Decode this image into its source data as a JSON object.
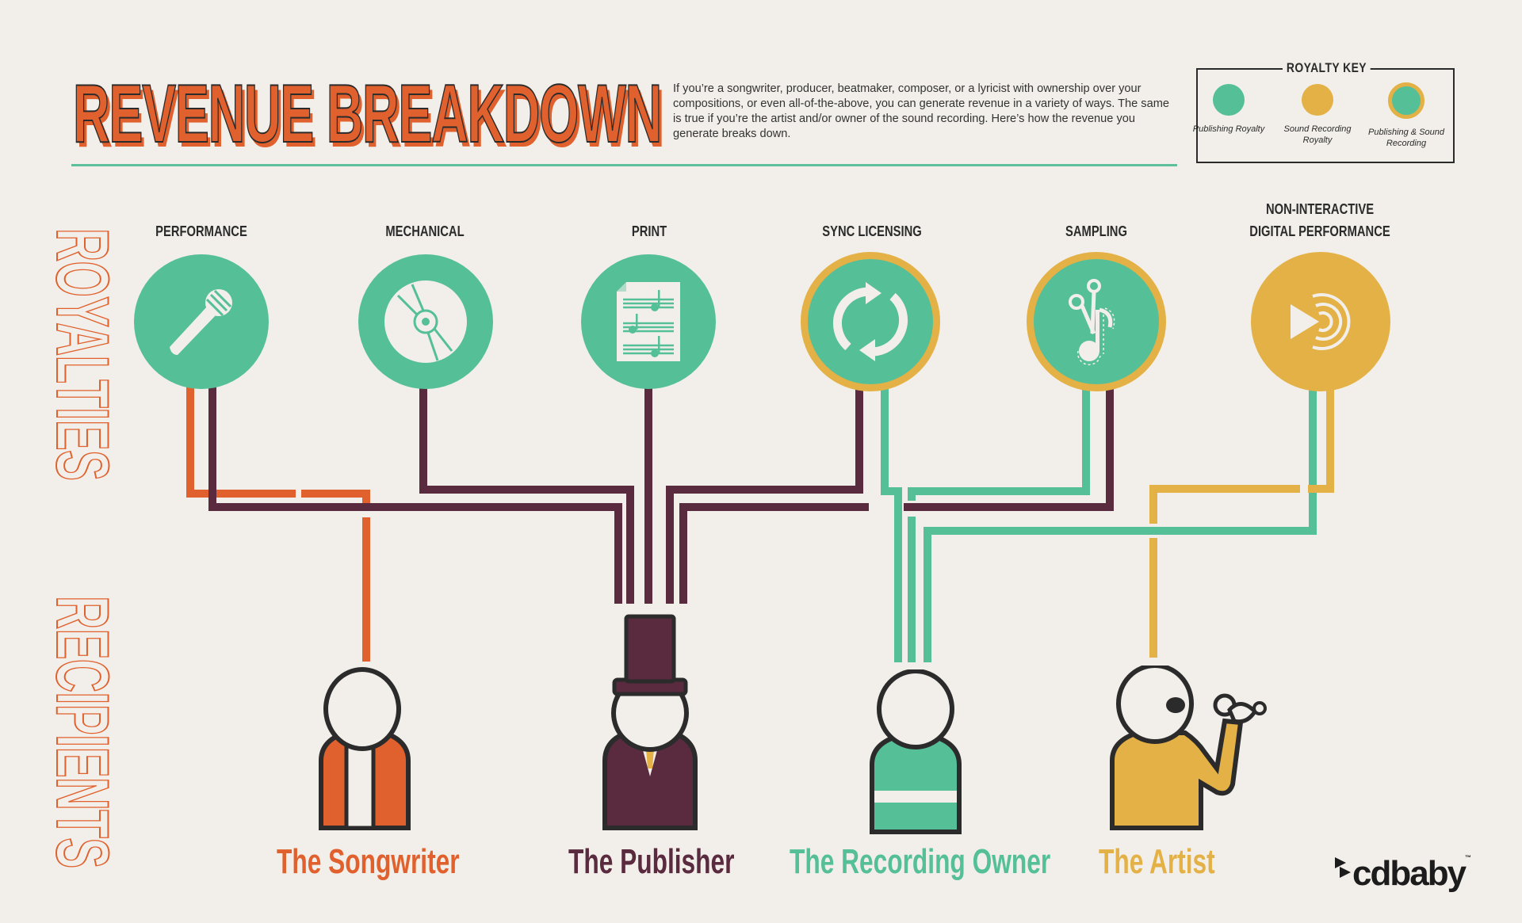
{
  "header": {
    "title": "REVENUE BREAKDOWN",
    "intro": "If you’re a songwriter, producer, beatmaker, composer, or a lyricist with ownership over your compositions, or even all-of-the-above, you can generate revenue in a variety of ways. The same is true if you’re the artist and/or owner of the sound recording. Here’s how the revenue you generate breaks down."
  },
  "key": {
    "title": "ROYALTY KEY",
    "items": [
      {
        "label": "Publishing Royalty",
        "type": "publishing"
      },
      {
        "label": "Sound Recording Royalty",
        "type": "sound_recording"
      },
      {
        "label": "Publishing & Sound Recording",
        "type": "both"
      }
    ]
  },
  "side_labels": {
    "top": "ROYALTIES",
    "bottom": "RECIPIENTS"
  },
  "royalties": [
    {
      "label": "PERFORMANCE",
      "icon": "microphone-icon",
      "type": "publishing",
      "recipients": [
        "The Songwriter",
        "The Publisher"
      ]
    },
    {
      "label": "MECHANICAL",
      "icon": "cd-icon",
      "type": "publishing",
      "recipients": [
        "The Publisher"
      ]
    },
    {
      "label": "PRINT",
      "icon": "sheet-music-icon",
      "type": "publishing",
      "recipients": [
        "The Publisher"
      ]
    },
    {
      "label": "SYNC LICENSING",
      "icon": "sync-arrows-icon",
      "type": "both",
      "recipients": [
        "The Publisher",
        "The Recording Owner"
      ]
    },
    {
      "label": "SAMPLING",
      "icon": "scissors-note-icon",
      "type": "both",
      "recipients": [
        "The Publisher",
        "The Recording Owner"
      ]
    },
    {
      "label_line1": "NON-INTERACTIVE",
      "label_line2": "DIGITAL PERFORMANCE",
      "icon": "play-broadcast-icon",
      "type": "sound_recording",
      "recipients": [
        "The Recording Owner",
        "The Artist"
      ]
    }
  ],
  "recipients": [
    {
      "name": "The Songwriter",
      "color": "#e0612d"
    },
    {
      "name": "The Publisher",
      "color": "#5a2a3e"
    },
    {
      "name": "The Recording Owner",
      "color": "#55bf98"
    },
    {
      "name": "The Artist",
      "color": "#e3b145"
    }
  ],
  "colors": {
    "background": "#f2efea",
    "publishing": "#55bf98",
    "sound_recording": "#e3b145",
    "songwriter": "#e0612d",
    "publisher": "#5a2a3e",
    "ink": "#2b2b2b"
  },
  "brand": {
    "logo": "cdbaby",
    "tm": "™"
  }
}
